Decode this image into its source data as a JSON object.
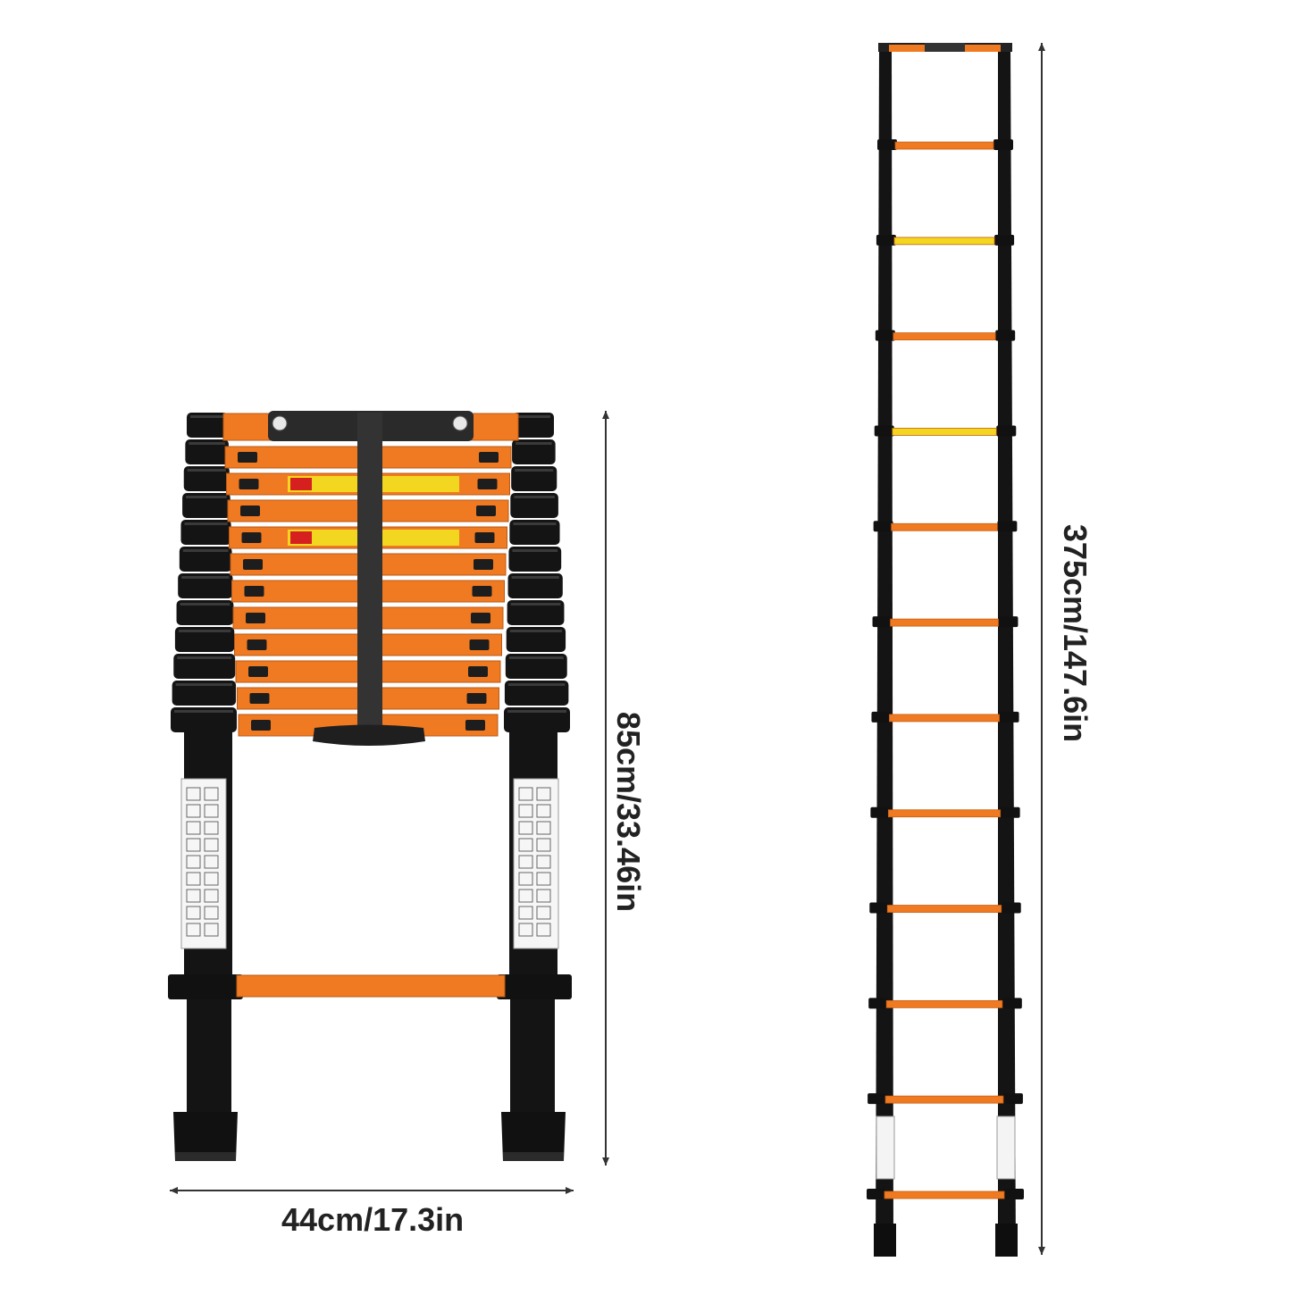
{
  "dimensions": {
    "folded_width": "44cm/17.3in",
    "folded_height": "85cm/33.46in",
    "extended_height": "375cm/147.6in"
  },
  "colors": {
    "rung_orange": "#f07a22",
    "frame_black": "#141414",
    "label_yellow": "#f3d61f",
    "arrow_gray": "#333333"
  },
  "product": {
    "folded_ladder_rungs": 11,
    "extended_ladder_rungs": 12
  }
}
